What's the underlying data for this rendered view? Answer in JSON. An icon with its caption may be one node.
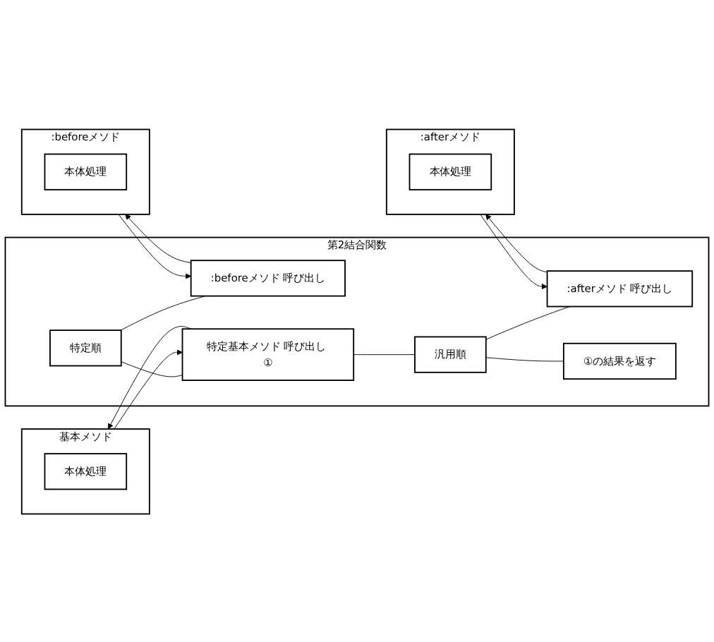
{
  "diagram": {
    "nodes": [
      {
        "text": [
          "第2結合関数"
        ]
      },
      {
        "text": [
          "特定順"
        ],
        "in": 0
      },
      {
        "text": [
          ":beforeメソド 呼び出し"
        ],
        "in": 0
      },
      {
        "text": [
          "特定基本メソド 呼び出し ①"
        ],
        "in": 0
      },
      {
        "text": [
          "汎用順"
        ],
        "in": 0
      },
      {
        "text": [
          ":afterメソド 呼び出し"
        ],
        "in": 0
      },
      {
        "text": [
          "①の結果を返す"
        ],
        "in": 0
      },
      {
        "text": [
          ":beforeメソド"
        ]
      },
      {
        "text": [
          "本体処理"
        ],
        "in": 7
      },
      {
        "text": [
          "基本メソド"
        ]
      },
      {
        "text": [
          "本体処理"
        ],
        "in": 9
      },
      {
        "text": [
          ":afterメソド"
        ]
      },
      {
        "text": [
          "本体処理"
        ],
        "in": 11
      }
    ],
    "edges": [
      {
        "from": 1,
        "to": 2,
        "arrow": "none"
      },
      {
        "from": 1,
        "to": 3,
        "arrow": "none"
      },
      {
        "from": 3,
        "to": 4,
        "arrow": "none"
      },
      {
        "from": 4,
        "to": 6,
        "arrow": "none"
      },
      {
        "from": 2,
        "to": 7,
        "arrow": "to"
      },
      {
        "from": 7,
        "to": 2,
        "arrow": "to"
      },
      {
        "from": 3,
        "to": 9,
        "arrow": "to"
      },
      {
        "from": 9,
        "to": 3,
        "arrow": "to"
      },
      {
        "from": 4,
        "to": 5,
        "arrow": "none"
      },
      {
        "from": 5,
        "to": 11,
        "arrow": "to"
      },
      {
        "from": 11,
        "to": 5,
        "arrow": "to"
      }
    ]
  }
}
